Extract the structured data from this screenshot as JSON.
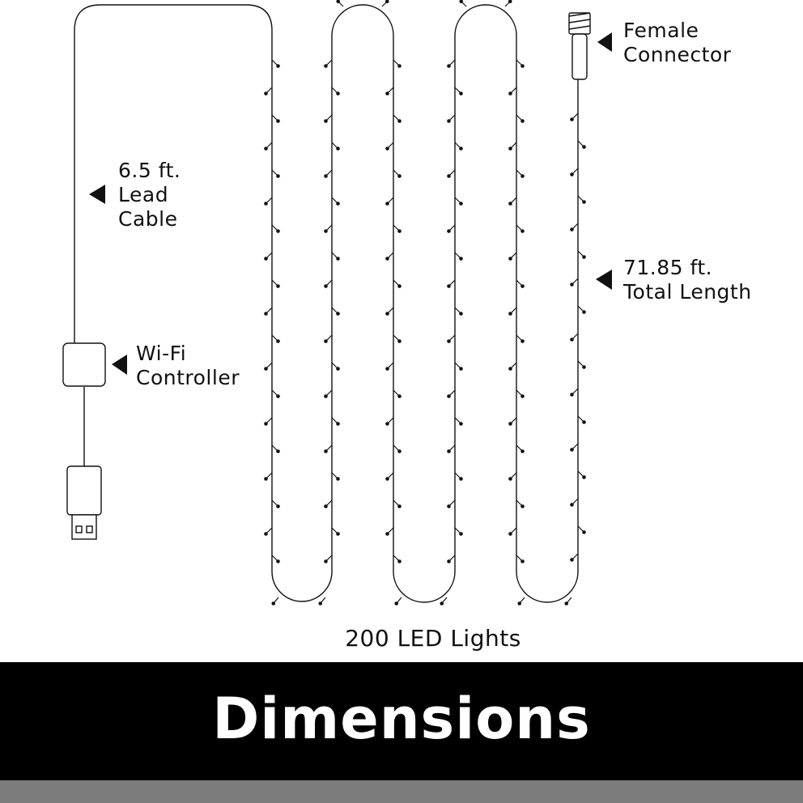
{
  "callouts": {
    "female_connector": [
      "Female",
      "Connector"
    ],
    "lead_cable": [
      "6.5 ft.",
      "Lead",
      "Cable"
    ],
    "total_length": [
      "71.85 ft.",
      "Total Length"
    ],
    "wifi_controller": [
      "Wi-Fi",
      "Controller"
    ]
  },
  "lights_label": "200 LED Lights",
  "banner": {
    "title": "Dimensions"
  },
  "colors": {
    "line": "#111111",
    "banner_background": "#000000",
    "banner_text": "#ffffff",
    "footer_strip": "#7c7c7c"
  },
  "icons": {
    "pointer": "left-pointing-triangle",
    "usb_plug": "usb-plug-icon",
    "controller": "wifi-controller-box-icon",
    "connector": "female-connector-icon",
    "bulb": "led-bulb-icon"
  }
}
